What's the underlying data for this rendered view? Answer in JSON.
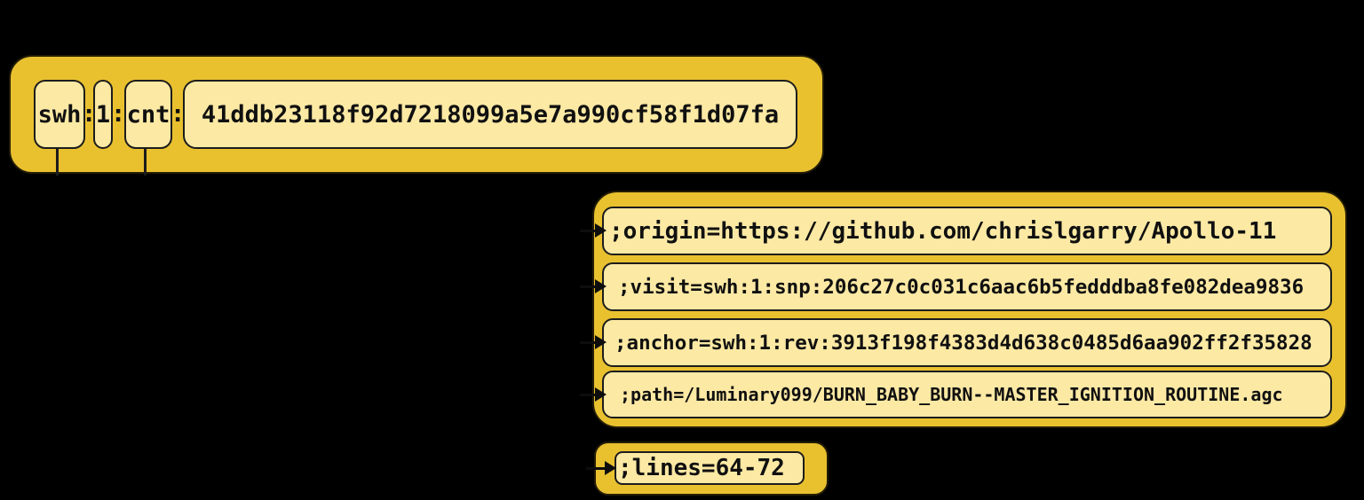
{
  "core": {
    "scheme": "swh",
    "sep1": ":",
    "version": "1",
    "sep2": ":",
    "object_type": "cnt",
    "sep3": ":",
    "object_id": "41ddb23118f92d7218099a5e7a990cf58f1d07fa"
  },
  "qualifiers": [
    {
      "name": "origin",
      "label": ";origin=https://github.com/chrislgarry/Apollo-11"
    },
    {
      "name": "visit",
      "label": ";visit=swh:1:snp:206c27c0c031c6aac6b5fedddba8fe082dea9836"
    },
    {
      "name": "anchor",
      "label": ";anchor=swh:1:rev:3913f198f4383d4d638c0485d6aa902ff2f35828"
    },
    {
      "name": "path",
      "label": ";path=/Luminary099/BURN_BABY_BURN--MASTER_IGNITION_ROUTINE.agc"
    }
  ],
  "fragment": {
    "label": ";lines=64-72"
  },
  "icons": {
    "arrow": "arrow-right-icon",
    "connector": "connector-line"
  },
  "colors": {
    "background": "#000000",
    "container_fill": "#e9c12f",
    "token_fill": "#fce9a4",
    "stroke": "#1c1c1c",
    "text": "#101010"
  }
}
